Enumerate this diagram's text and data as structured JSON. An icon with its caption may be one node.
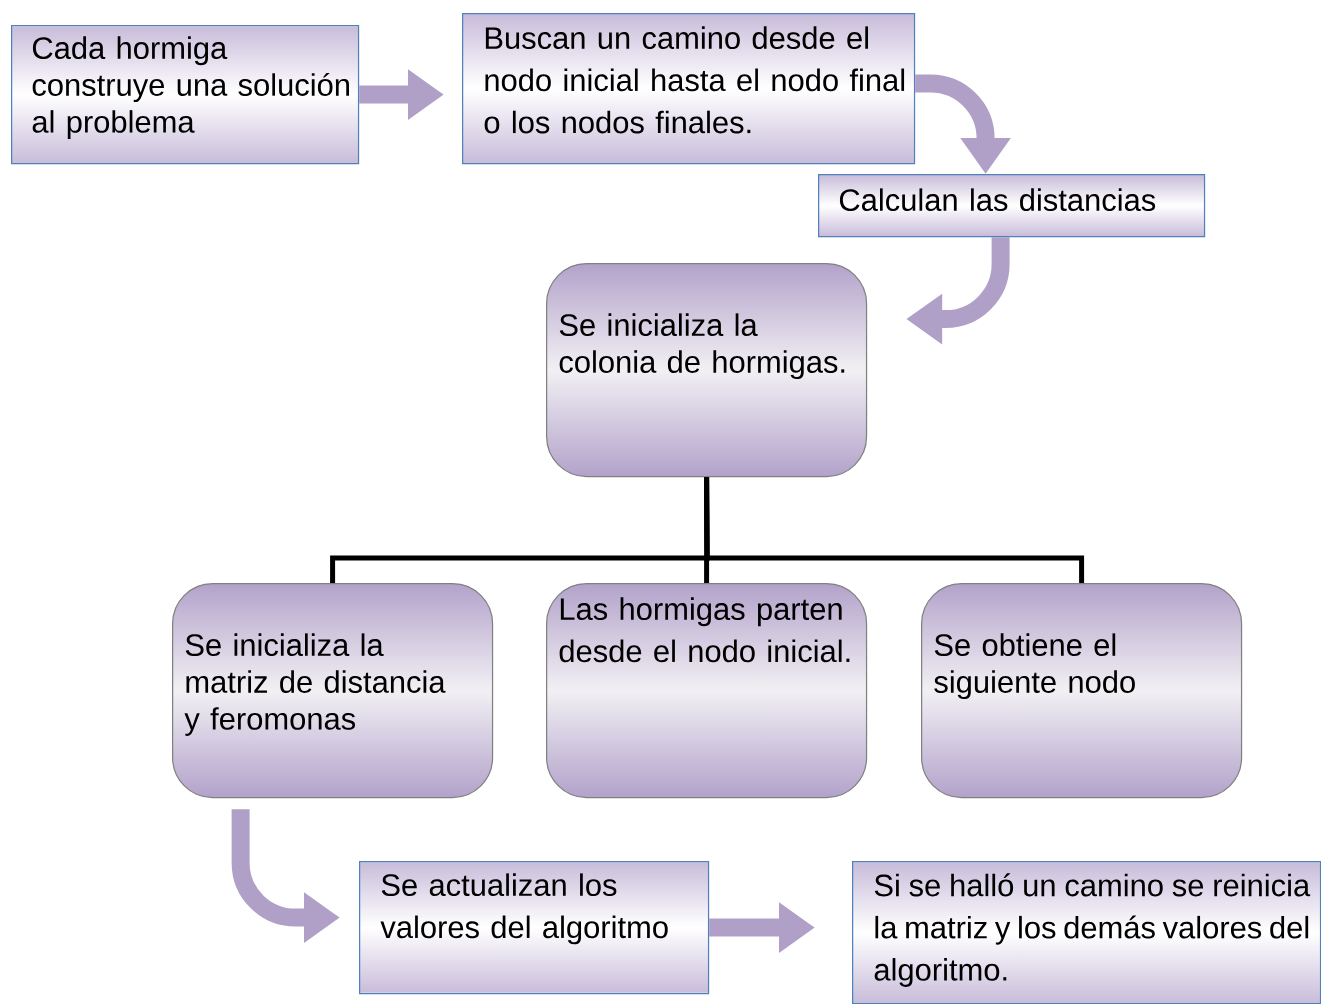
{
  "diagram": {
    "nodes": [
      {
        "text": [
          "Cada hormiga construye una solución al problema"
        ]
      },
      {
        "text": [
          "Buscan un camino desde el nodo inicial hasta el nodo final o los nodos finales."
        ]
      },
      {
        "text": [
          "Calculan las distancias"
        ]
      },
      {
        "text": [
          "Se inicializa la colonia de hormigas."
        ]
      },
      {
        "text": [
          "Se inicializa la matriz de distancia y feromonas"
        ]
      },
      {
        "text": [
          "Las hormigas parten desde el nodo inicial."
        ]
      },
      {
        "text": [
          "Se obtiene el siguiente nodo"
        ]
      },
      {
        "text": [
          "Se actualizan los valores del algoritmo"
        ]
      },
      {
        "text": [
          "Si se halló un camino se reinicia la matriz y los demás valores del algoritmo."
        ]
      }
    ],
    "edges": [
      {
        "from": 0,
        "to": 1,
        "arrow": "to"
      },
      {
        "from": 1,
        "to": 2,
        "arrow": "to"
      },
      {
        "from": 2,
        "to": 3,
        "arrow": "to"
      },
      {
        "from": 3,
        "to": 4,
        "arrow": "none",
        "color": "#000000"
      },
      {
        "from": 3,
        "to": 5,
        "arrow": "none",
        "color": "#000000"
      },
      {
        "from": 3,
        "to": 6,
        "arrow": "none",
        "color": "#000000"
      },
      {
        "from": 4,
        "to": 7,
        "arrow": "to"
      },
      {
        "from": 7,
        "to": 8,
        "arrow": "to"
      }
    ]
  }
}
